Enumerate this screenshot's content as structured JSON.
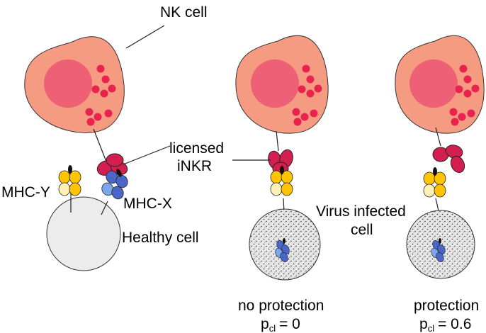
{
  "labels": {
    "nk_cell": "NK cell",
    "licensed_line1": "licensed",
    "licensed_line2": "iNKR",
    "mhc_y": "MHC-Y",
    "mhc_x": "MHC-X",
    "healthy_cell": "Healthy cell",
    "virus_line1": "Virus infected",
    "virus_line2": "cell"
  },
  "captions": {
    "no_protection": {
      "text": "no protection",
      "p_symbol": "p",
      "p_subscript": "cl",
      "p_equals": "= 0"
    },
    "protection": {
      "text": "protection",
      "p_symbol": "p",
      "p_subscript": "cl",
      "p_equals": "= 0.6"
    }
  },
  "colors": {
    "nk_body": "#f59b82",
    "nucleus": "#ee6075",
    "granule": "#e8234d",
    "receptor": "#d21f4f",
    "mhc_y": "#ffc400",
    "mhc_y_light": "#fff0b3",
    "mhc_x": "#4a66c8",
    "mhc_x_light": "#7da6ea",
    "healthy": "#ececec",
    "infected": "#dadada"
  }
}
